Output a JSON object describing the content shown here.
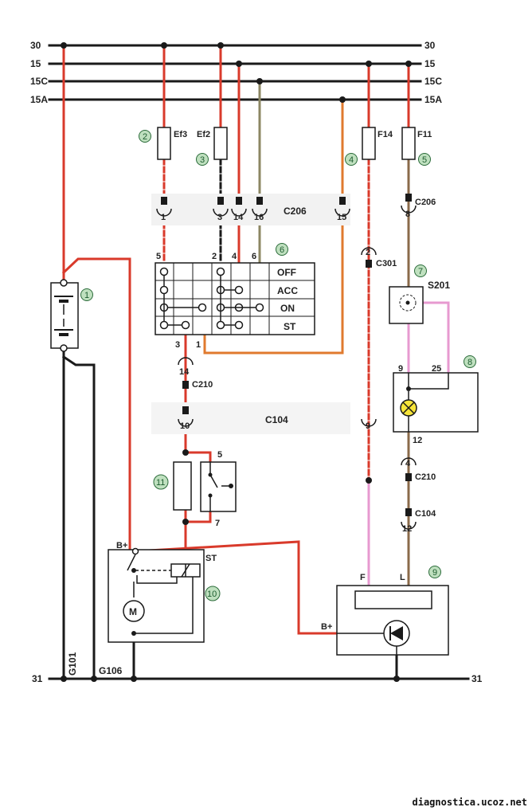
{
  "rails": {
    "r30": "30",
    "r15": "15",
    "r15c": "15C",
    "r15a": "15A",
    "r31": "31"
  },
  "fuses": {
    "ef3": "Ef3",
    "ef2": "Ef2",
    "f14": "F14",
    "f11": "F11"
  },
  "connectors": {
    "c206": "C206",
    "c210": "C210",
    "c104": "C104",
    "c301": "C301",
    "s201": "S201"
  },
  "grounds": {
    "g101": "G101",
    "g106": "G106"
  },
  "switch_positions": [
    "OFF",
    "ACC",
    "ON",
    "ST"
  ],
  "callouts": [
    "1",
    "2",
    "3",
    "4",
    "5",
    "6",
    "7",
    "8",
    "9",
    "10",
    "11"
  ],
  "pins": {
    "c206_1": "1",
    "c206_3": "3",
    "c206_14": "14",
    "c206_16": "16",
    "c206_15": "15",
    "c206_8": "8",
    "sw_5": "5",
    "sw_2": "2",
    "sw_4": "4",
    "sw_6": "6",
    "sw_3": "3",
    "sw_1": "1",
    "c210_14": "14",
    "c104_10": "10",
    "relay_5": "5",
    "relay_7": "7",
    "c301_2": "2",
    "c104_9": "9",
    "lamp_9": "9",
    "lamp_25": "25",
    "lamp_12": "12",
    "c210_4": "4",
    "c104_12": "12"
  },
  "terminals": {
    "starter_bplus": "B+",
    "starter_st": "ST",
    "gen_bplus": "B+",
    "gen_f": "F",
    "gen_l": "L",
    "motor": "M"
  },
  "watermark": "diagnostica.ucoz.net",
  "colors": {
    "red": "#d93a2b",
    "black": "#1a1a1a",
    "brown": "#8a6a4a",
    "olive": "#8c8763",
    "orange": "#e07a2e",
    "pink": "#e79ad0",
    "callout_green": "#bfe0bf"
  }
}
